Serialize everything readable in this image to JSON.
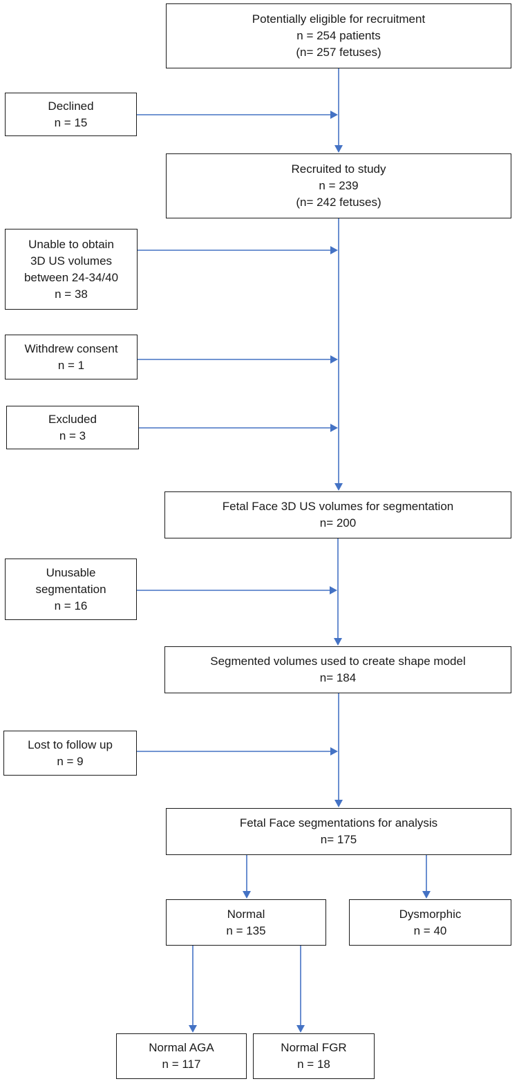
{
  "boxes": {
    "b1": [
      "Potentially eligible for recruitment",
      "n = 254 patients",
      "(n= 257 fetuses)"
    ],
    "b2": [
      "Declined",
      "n = 15"
    ],
    "b3": [
      "Recruited to study",
      "n = 239",
      "(n= 242 fetuses)"
    ],
    "b4": [
      "Unable to obtain",
      "3D US volumes",
      "between 24-34/40",
      "n = 38"
    ],
    "b5": [
      "Withdrew consent",
      "n = 1"
    ],
    "b6": [
      "Excluded",
      "n = 3"
    ],
    "b7": [
      "Fetal Face 3D US volumes for segmentation",
      "n= 200"
    ],
    "b8": [
      "Unusable",
      "segmentation",
      "n = 16"
    ],
    "b9": [
      "Segmented volumes used to create shape model",
      "n= 184"
    ],
    "b10": [
      "Lost to follow up",
      "n = 9"
    ],
    "b11": [
      "Fetal Face segmentations for analysis",
      "n= 175"
    ],
    "b12": [
      "Normal",
      "n = 135"
    ],
    "b13": [
      "Dysmorphic",
      "n = 40"
    ],
    "b14": [
      "Normal AGA",
      "n = 117"
    ],
    "b15": [
      "Normal FGR",
      "n = 18"
    ]
  },
  "colors": {
    "connector": "#4472c4",
    "box_border": "#1a1a1a",
    "text": "#1a1a1a"
  }
}
